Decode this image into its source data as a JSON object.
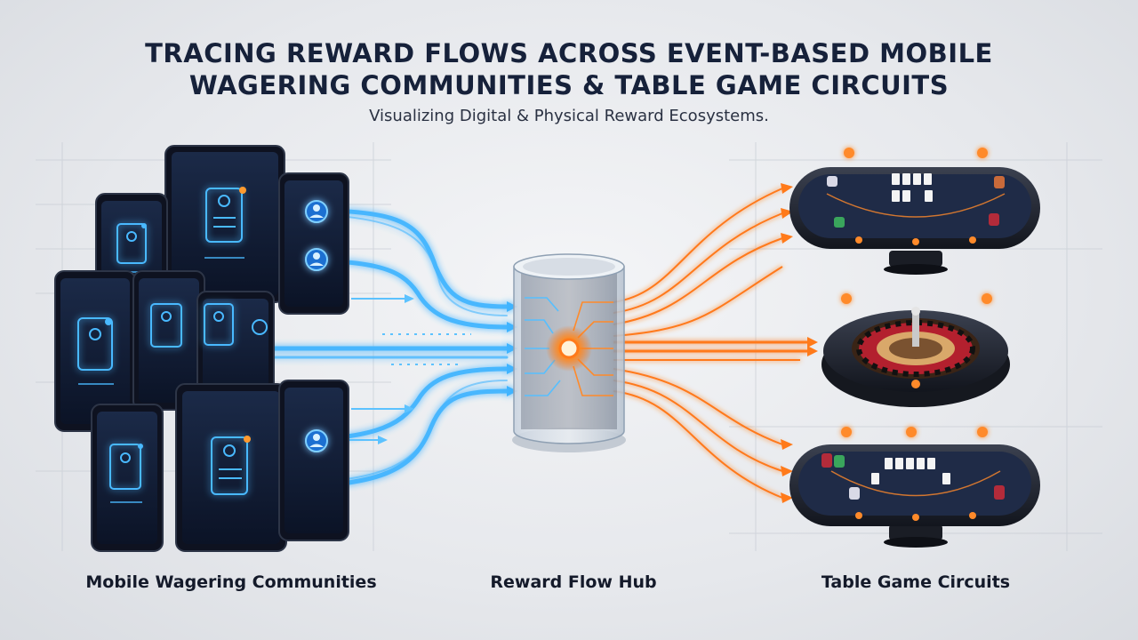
{
  "title": {
    "line1": "TRACING REWARD FLOWS ACROSS EVENT-BASED MOBILE",
    "line2": "WAGERING COMMUNITIES & TABLE GAME CIRCUITS"
  },
  "subtitle": "Visualizing Digital & Physical Reward Ecosystems.",
  "sections": {
    "mobile": "Mobile Wagering Communities",
    "hub": "Reward Flow Hub",
    "tables": "Table Game Circuits"
  },
  "colors": {
    "flow_blue": "#3fb4ff",
    "flow_orange": "#ff7a1a",
    "device_dark": "#0d1526",
    "felt": "#1f2b47"
  },
  "icons": [
    "user-card-icon",
    "user-avatar-icon",
    "notification-dot-icon",
    "hub-core-icon",
    "poker-chip-icon",
    "playing-card-icon",
    "roulette-wheel-icon"
  ]
}
